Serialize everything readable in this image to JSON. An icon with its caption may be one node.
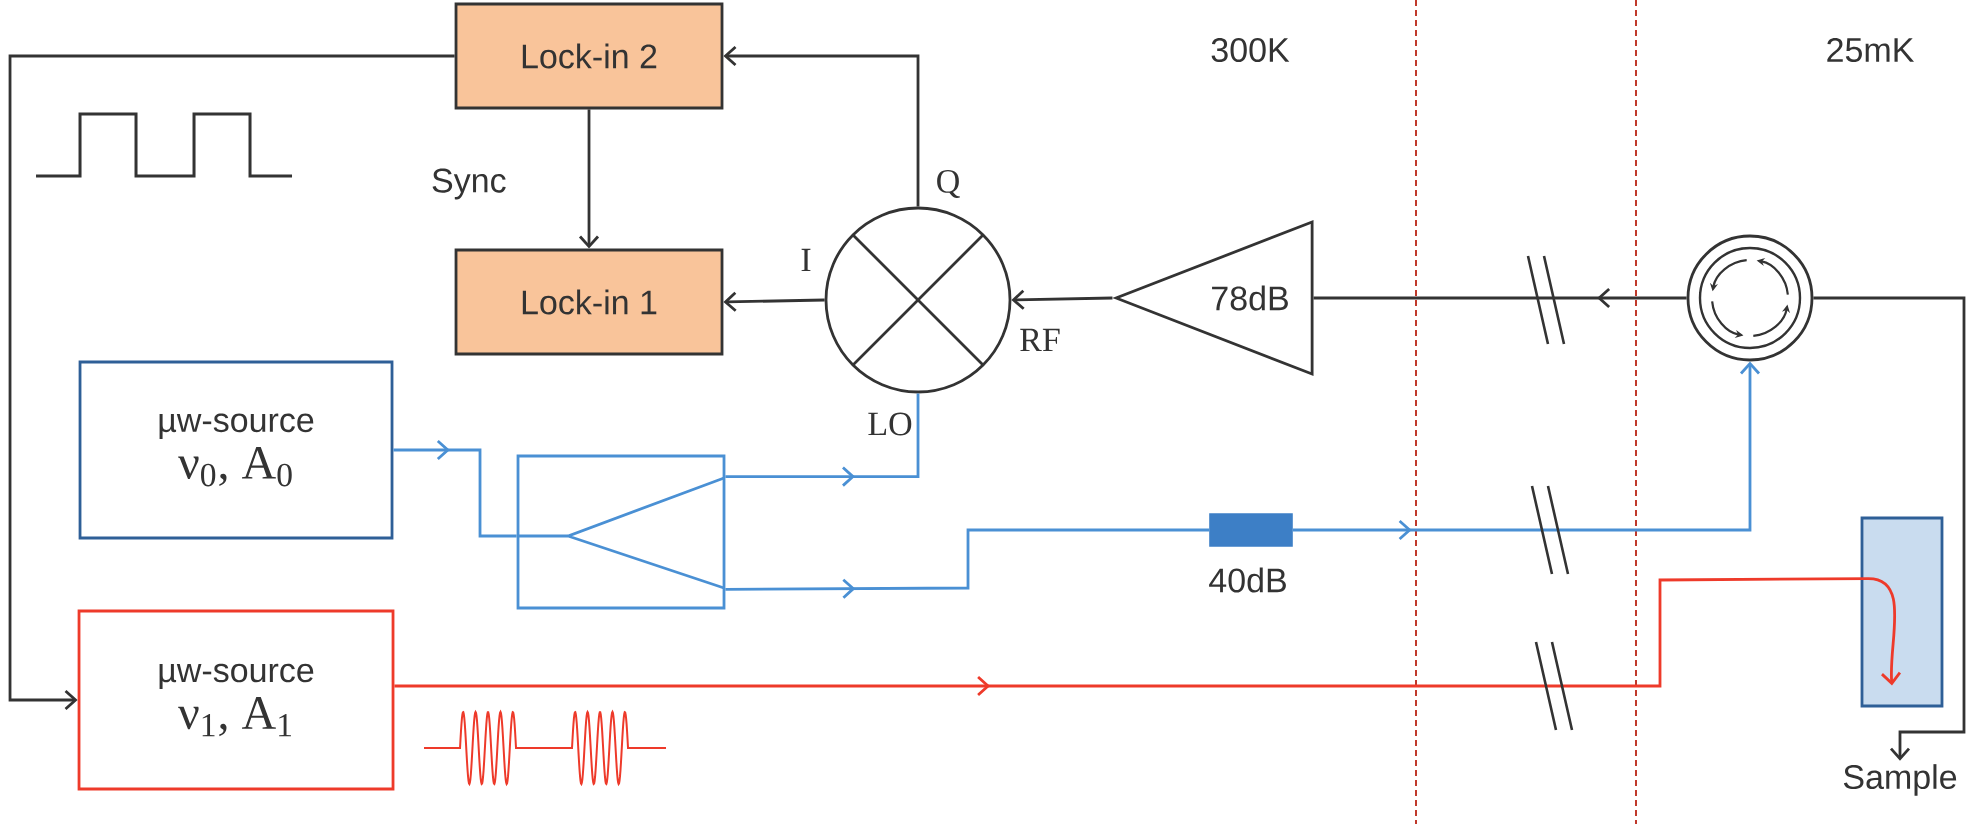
{
  "diagram": {
    "nodes": [
      {
        "text": [
          "Lock-in 2"
        ]
      },
      {
        "text": [
          "Lock-in 1"
        ]
      },
      {
        "text": [],
        "shape": "circle",
        "beside": [
          "Q",
          "I",
          "RF",
          "LO"
        ]
      },
      {
        "text": [
          "µw-source",
          "ν$_{0}$, A$_{0}$"
        ]
      },
      {
        "text": [
          "µw-source",
          "ν$_{1}$, A$_{1}$"
        ]
      },
      {
        "text": [],
        "shape": "box"
      },
      {
        "text": [
          "78dB"
        ]
      },
      {
        "text": [],
        "shape": "box",
        "beside": [
          "40dB"
        ]
      },
      {
        "text": [],
        "shape": "circle"
      },
      {
        "text": [],
        "shape": "box"
      },
      {
        "text": [
          "Sample"
        ]
      }
    ],
    "edges": [
      {
        "from": 0,
        "to": 1,
        "arrow": "to",
        "label": "Sync"
      },
      {
        "from": 2,
        "to": 0,
        "arrow": "to"
      },
      {
        "from": 2,
        "to": 1,
        "arrow": "to"
      },
      {
        "from": 6,
        "to": 2,
        "arrow": "to"
      },
      {
        "from": 8,
        "to": 6,
        "arrow": "to"
      },
      {
        "from": 0,
        "to": 4,
        "arrow": "to"
      },
      {
        "from": 3,
        "to": 5,
        "arrow": "to",
        "color": "#4a90d4"
      },
      {
        "from": 5,
        "to": 2,
        "arrow": "to",
        "color": "#4a90d4"
      },
      {
        "from": 5,
        "to": 7,
        "arrow": "to",
        "color": "#4a90d4"
      },
      {
        "from": 7,
        "to": 8,
        "arrow": "to",
        "color": "#4a90d4"
      },
      {
        "from": 4,
        "to": 9,
        "arrow": "to",
        "color": "#ee3a2a"
      },
      {
        "from": 8,
        "to": 10,
        "arrow": "to"
      }
    ],
    "labels": [
      "300K",
      "25mK"
    ]
  }
}
